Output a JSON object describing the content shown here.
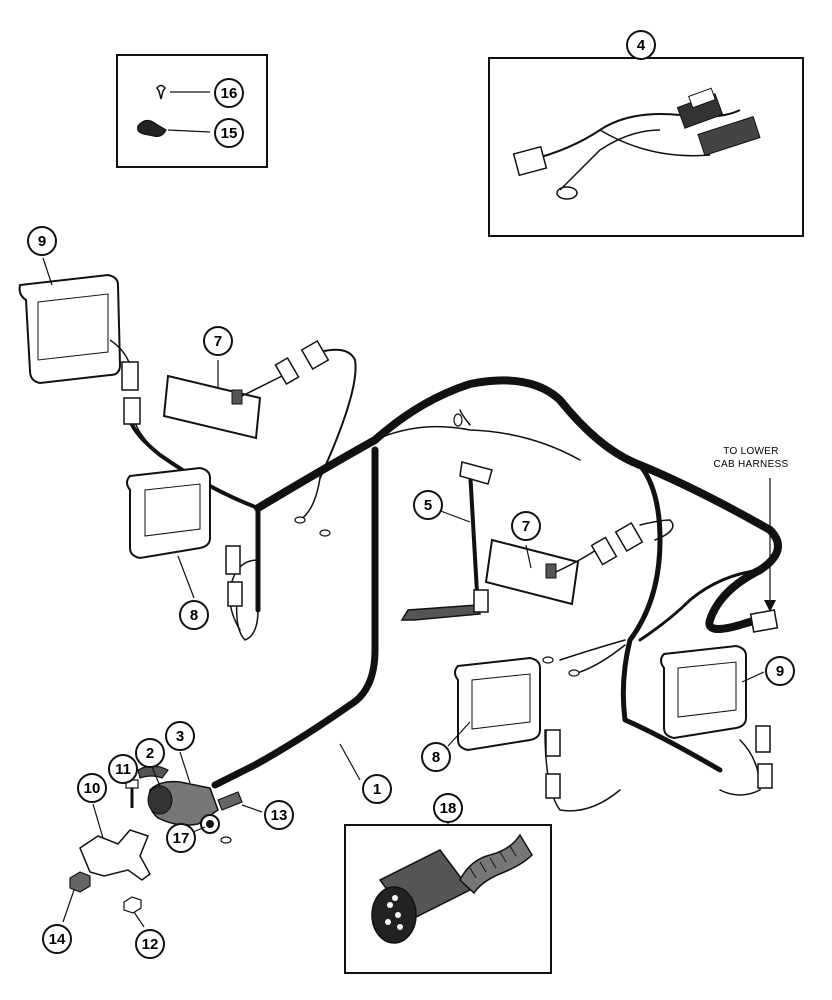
{
  "callouts": [
    {
      "id": "c1",
      "label": "1"
    },
    {
      "id": "c2",
      "label": "2"
    },
    {
      "id": "c3",
      "label": "3"
    },
    {
      "id": "c4",
      "label": "4"
    },
    {
      "id": "c5",
      "label": "5"
    },
    {
      "id": "c7a",
      "label": "7"
    },
    {
      "id": "c7b",
      "label": "7"
    },
    {
      "id": "c8a",
      "label": "8"
    },
    {
      "id": "c8b",
      "label": "8"
    },
    {
      "id": "c9a",
      "label": "9"
    },
    {
      "id": "c9b",
      "label": "9"
    },
    {
      "id": "c10",
      "label": "10"
    },
    {
      "id": "c11",
      "label": "11"
    },
    {
      "id": "c12",
      "label": "12"
    },
    {
      "id": "c13",
      "label": "13"
    },
    {
      "id": "c14",
      "label": "14"
    },
    {
      "id": "c15",
      "label": "15"
    },
    {
      "id": "c16",
      "label": "16"
    },
    {
      "id": "c17",
      "label": "17"
    },
    {
      "id": "c18",
      "label": "18"
    }
  ],
  "note": {
    "line1": "TO LOWER",
    "line2": "CAB HARNESS"
  },
  "colors": {
    "ink": "#111111",
    "paper": "#ffffff"
  }
}
